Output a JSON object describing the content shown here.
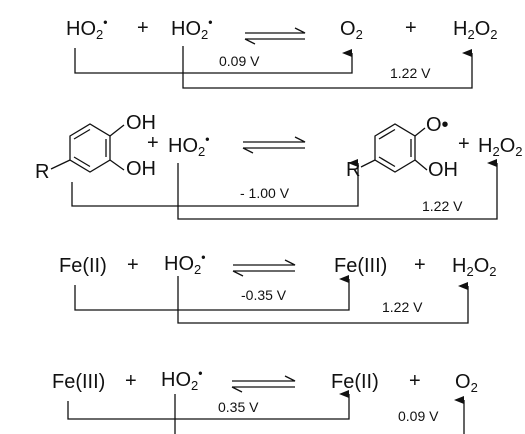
{
  "radical": {
    "main": "HO",
    "sub": "2",
    "dot": "•"
  },
  "reactions": [
    {
      "reactant": "HO₂•",
      "products": [
        {
          "main": "O",
          "sub": "2"
        },
        {
          "main": "H",
          "sub": "2",
          "rest": "O",
          "sub2": "2"
        }
      ],
      "potentials": [
        "0.09 V",
        "1.22 V"
      ]
    },
    {
      "reactant_groups": [
        "OH",
        "OH",
        "R"
      ],
      "product_groups": [
        "O•",
        "R",
        "OH"
      ],
      "product": {
        "main": "H",
        "sub": "2",
        "rest": "O",
        "sub2": "2"
      },
      "potentials": [
        "- 1.00 V",
        "1.22 V"
      ]
    },
    {
      "reactant": "Fe(II)",
      "product": "Fe(III)",
      "product2": {
        "main": "H",
        "sub": "2",
        "rest": "O",
        "sub2": "2"
      },
      "potentials": [
        "-0.35 V",
        "1.22 V"
      ]
    },
    {
      "reactant": "Fe(III)",
      "product": "Fe(II)",
      "product2": {
        "main": "O",
        "sub": "2"
      },
      "potentials": [
        "0.35 V",
        "0.09 V"
      ]
    }
  ],
  "plus": "+"
}
